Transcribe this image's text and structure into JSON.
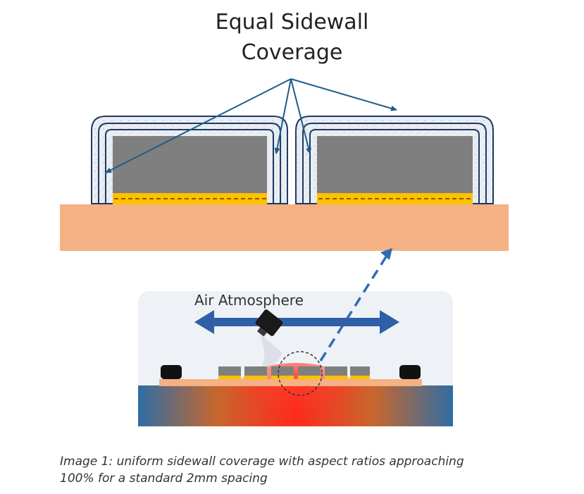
{
  "diagram": {
    "title_line1": "Equal Sidewall",
    "title_line2": "Coverage",
    "air_label": "Air Atmosphere",
    "caption_line1": "Image 1: uniform sidewall coverage with aspect ratios approaching",
    "caption_line2": "100% for a standard 2mm spacing"
  },
  "colors": {
    "substrate": "#f4b183",
    "die": "#7f7f7f",
    "solder": "#ffc000",
    "coating_outline": "#203864",
    "arrow": "#1f5c8a",
    "double_arrow": "#2f5fa7",
    "chamber": "#eef1f6",
    "hot_plate_center": "#ff2a1a",
    "hot_plate_edge": "#2e6da4"
  }
}
